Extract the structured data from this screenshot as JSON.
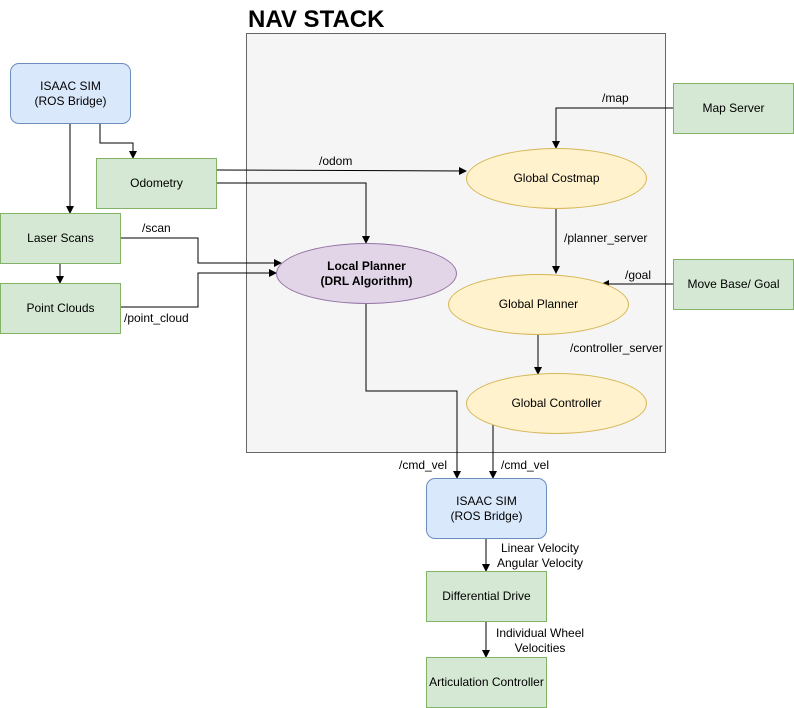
{
  "title": "NAV STACK",
  "nodes": {
    "isaac_top": "ISAAC SIM\n(ROS Bridge)",
    "odometry": "Odometry",
    "laser_scans": "Laser Scans",
    "point_clouds": "Point Clouds",
    "map_server": "Map Server",
    "move_base": "Move Base/ Goal",
    "global_costmap": "Global Costmap",
    "local_planner": "Local Planner\n(DRL Algorithm)",
    "global_planner": "Global Planner",
    "global_controller": "Global Controller",
    "isaac_bottom": "ISAAC SIM\n(ROS Bridge)",
    "differential_drive": "Differential Drive",
    "articulation_controller": "Articulation Controller"
  },
  "edge_labels": {
    "map": "/map",
    "odom": "/odom",
    "scan": "/scan",
    "point_cloud": "/point_cloud",
    "planner_server": "/planner_server",
    "goal": "/goal",
    "controller_server": "/controller_server",
    "cmd_vel_left": "/cmd_vel",
    "cmd_vel_right": "/cmd_vel",
    "velocities": "Linear Velocity\nAngular Velocity",
    "wheel_velocities": "Individual Wheel\nVelocities"
  }
}
